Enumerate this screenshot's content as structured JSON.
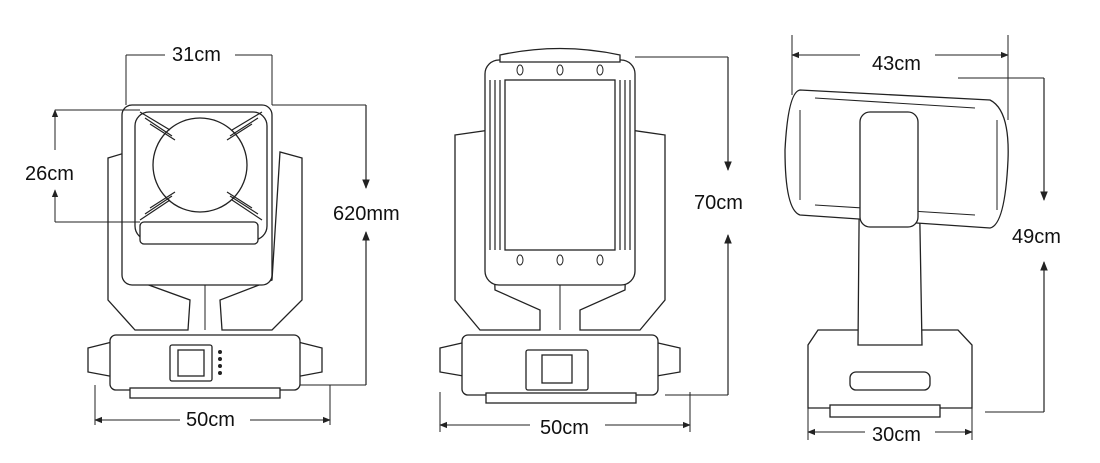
{
  "views": {
    "front": {
      "width_label": "31cm",
      "height_small_label": "26cm",
      "height_label": "620mm",
      "base_label": "50cm"
    },
    "back": {
      "height_label": "70cm",
      "base_label": "50cm"
    },
    "side": {
      "width_label": "43cm",
      "height_label": "49cm",
      "base_label": "30cm"
    }
  },
  "colors": {
    "line": "#222222",
    "background": "#ffffff"
  }
}
